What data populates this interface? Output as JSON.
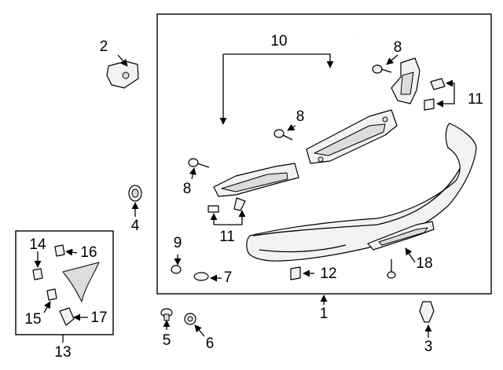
{
  "callouts": {
    "c1": "1",
    "c2": "2",
    "c3": "3",
    "c4": "4",
    "c5": "5",
    "c6": "6",
    "c7": "7",
    "c8a": "8",
    "c8b": "8",
    "c8c": "8",
    "c9": "9",
    "c10": "10",
    "c11a": "11",
    "c11b": "11",
    "c12": "12",
    "c13": "13",
    "c14": "14",
    "c15": "15",
    "c16": "16",
    "c17": "17",
    "c18": "18"
  }
}
